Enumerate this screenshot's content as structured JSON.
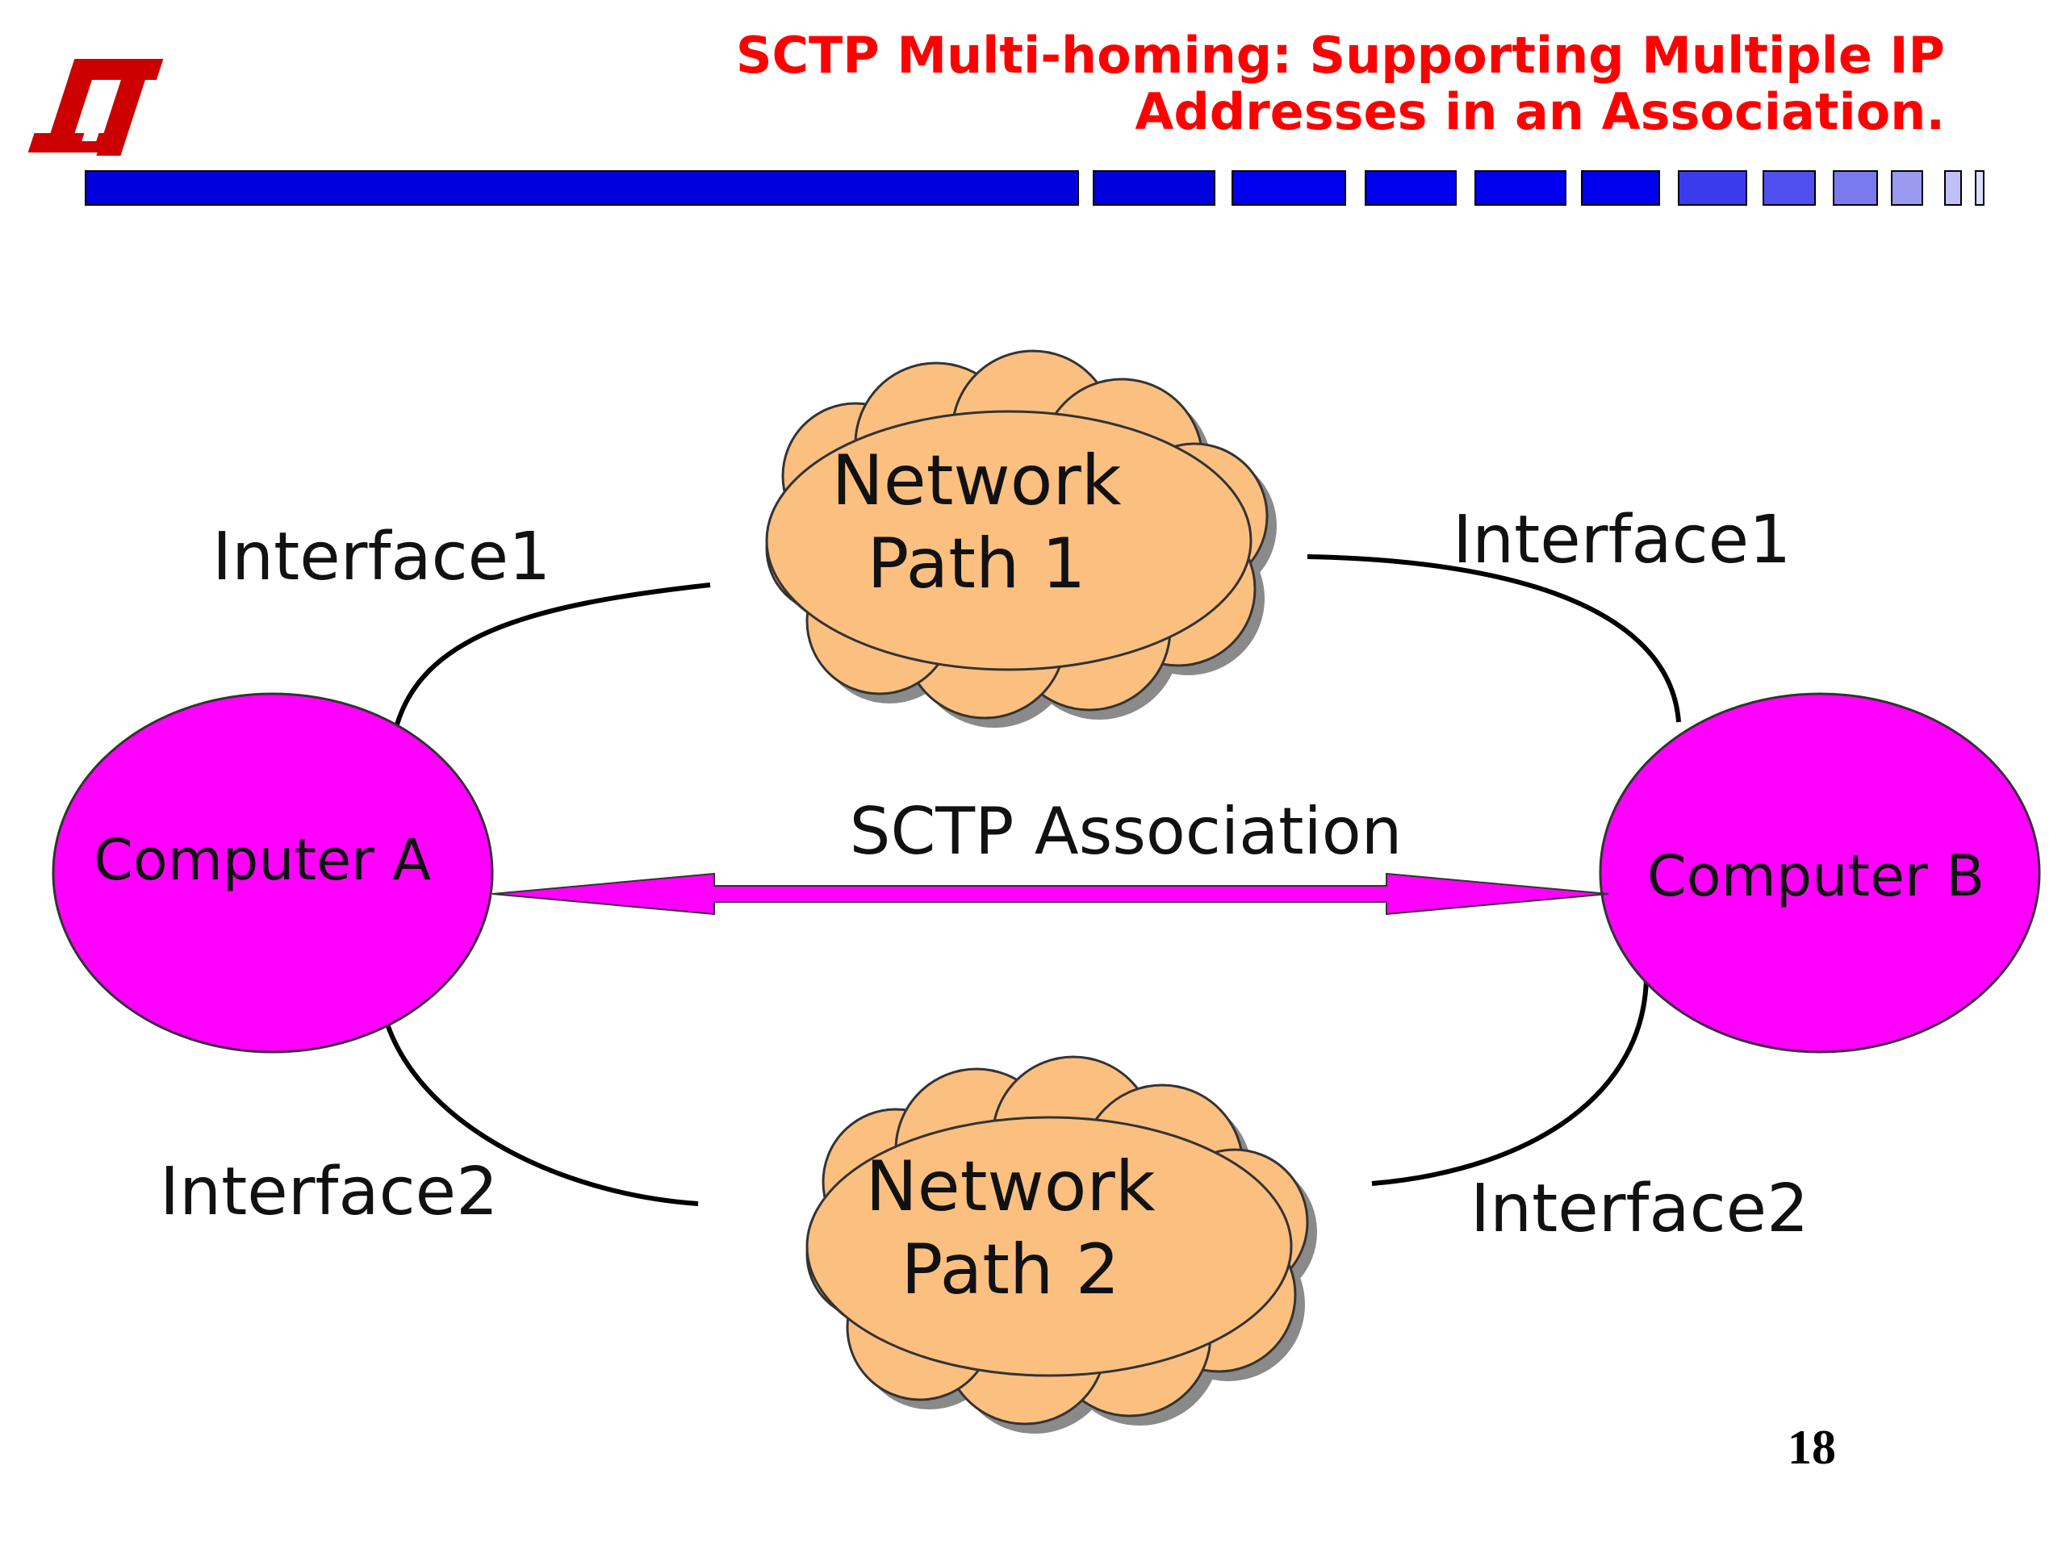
{
  "header": {
    "title_line1": "SCTP Multi-homing: Supporting Multiple IP",
    "title_line2": "Addresses in an Association.",
    "logo_icon": "university-logo-icon",
    "title_color": "#ff0000",
    "bar_color": "#0000dd"
  },
  "diagram": {
    "computer_a": "Computer A",
    "computer_b": "Computer B",
    "association_label": "SCTP Association",
    "path1_line1": "Network",
    "path1_line2": "Path 1",
    "path2_line1": "Network",
    "path2_line2": "Path 2",
    "a_interface1": "Interface1",
    "a_interface2": "Interface2",
    "b_interface1": "Interface1",
    "b_interface2": "Interface2",
    "node_color": "#ff00ff",
    "cloud_color": "#fbbf80"
  },
  "footer": {
    "page_number": "18"
  }
}
